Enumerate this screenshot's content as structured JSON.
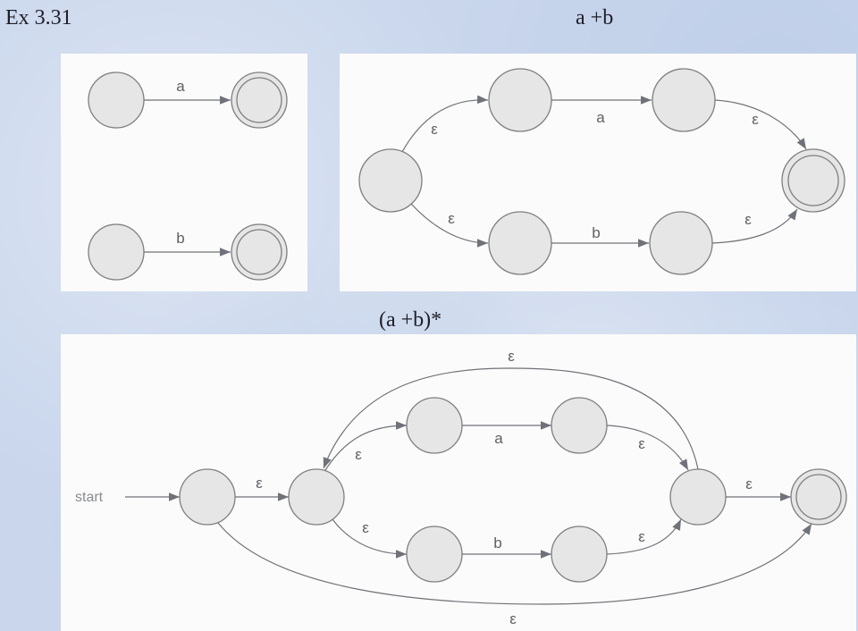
{
  "headings": {
    "example": "Ex 3.31",
    "union": "a +b",
    "star": "(a +b)*"
  },
  "diagrams": {
    "basic": {
      "a_label": "a",
      "b_label": "b"
    },
    "union": {
      "labels": {
        "e1": "ε",
        "a": "a",
        "e2": "ε",
        "e3": "ε",
        "b": "b",
        "e4": "ε"
      }
    },
    "star": {
      "start_label": "start",
      "labels": {
        "top_loop": "ε",
        "start_to_branch": "ε",
        "branch_to_upper": "ε",
        "a": "a",
        "upper_to_join": "ε",
        "branch_to_lower": "ε",
        "b": "b",
        "lower_to_join": "ε",
        "join_to_final": "ε",
        "bypass": "ε"
      }
    }
  },
  "colors": {
    "background": "#c9d6ec",
    "panel": "#fbfbfb",
    "state_fill": "#e6e6e6",
    "state_stroke": "#7e7e7e",
    "edge": "#6f7278",
    "heading_text": "#1e1e28"
  }
}
